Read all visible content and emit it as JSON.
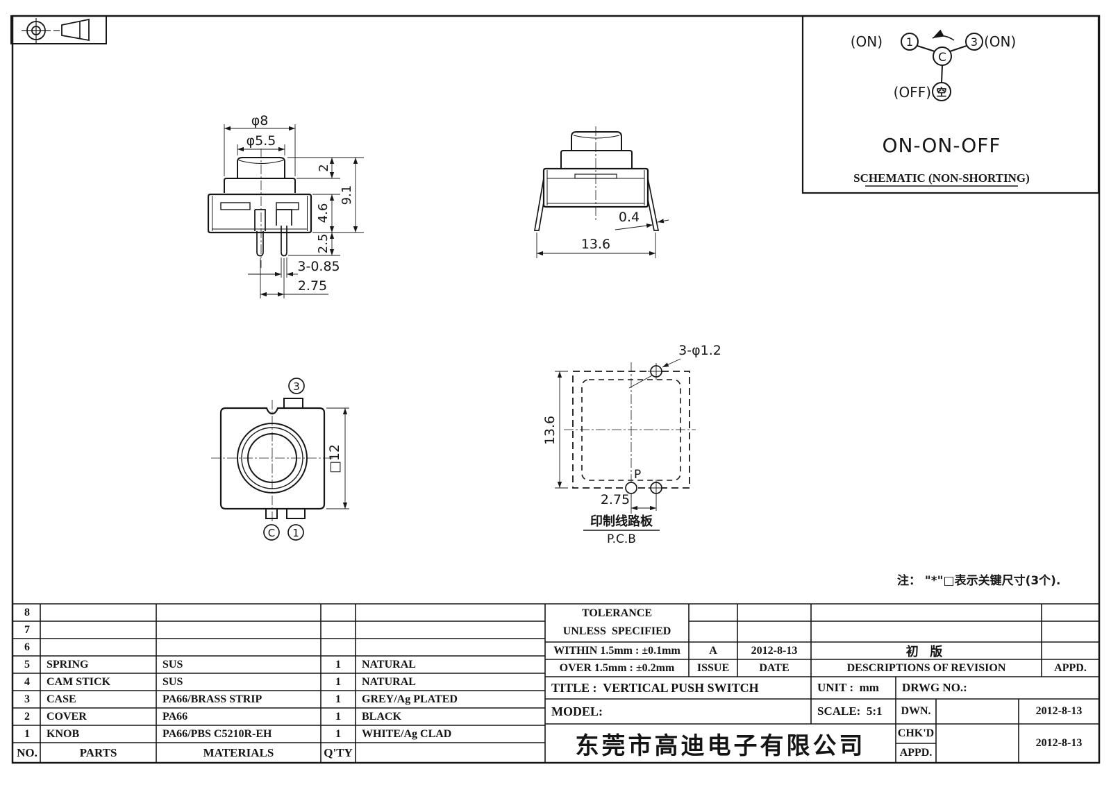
{
  "schematic": {
    "on_left": "(ON)",
    "pin1": "1",
    "pin3": "3",
    "on_right": "(ON)",
    "common": "C",
    "off": "(OFF)",
    "empty_pos": "空",
    "mode": "ON-ON-OFF",
    "caption": "SCHEMATIC (NON-SHORTING)"
  },
  "views": {
    "front": {
      "dia_outer": "φ8",
      "dia_knob": "φ5.5",
      "h_knob": "2",
      "h_body": "4.6",
      "h_pin": "2.5",
      "h_total": "9.1",
      "pin_width": "3-0.85",
      "pin_pitch": "2.75"
    },
    "side": {
      "leg_thickness": "0.4",
      "width": "13.6"
    },
    "top": {
      "pin3": "3",
      "size": "□12",
      "pin_c": "C",
      "pin1": "1"
    },
    "pcb": {
      "holes": "3-φ1.2",
      "height": "13.6",
      "p_mark": "P",
      "pitch": "2.75",
      "label_cn": "印制线路板",
      "label_en": "P.C.B"
    }
  },
  "note": "注： \"*\"□表示关键尺寸(3个).",
  "parts_table": {
    "headers": {
      "no": "NO.",
      "parts": "PARTS",
      "materials": "MATERIALS",
      "qty": "Q'TY"
    },
    "rows": [
      {
        "no": "8",
        "part": "",
        "material": "",
        "qty": "",
        "color": ""
      },
      {
        "no": "7",
        "part": "",
        "material": "",
        "qty": "",
        "color": ""
      },
      {
        "no": "6",
        "part": "",
        "material": "",
        "qty": "",
        "color": ""
      },
      {
        "no": "5",
        "part": "SPRING",
        "material": "SUS",
        "qty": "1",
        "color": "NATURAL"
      },
      {
        "no": "4",
        "part": "CAM STICK",
        "material": "SUS",
        "qty": "1",
        "color": "NATURAL"
      },
      {
        "no": "3",
        "part": "CASE",
        "material": "PA66/BRASS STRIP",
        "qty": "1",
        "color": "GREY/Ag PLATED"
      },
      {
        "no": "2",
        "part": "COVER",
        "material": "PA66",
        "qty": "1",
        "color": "BLACK"
      },
      {
        "no": "1",
        "part": "KNOB",
        "material": "PA66/PBS C5210R-EH",
        "qty": "1",
        "color": "WHITE/Ag CLAD"
      }
    ]
  },
  "title_block": {
    "tolerance_line1": "TOLERANCE",
    "tolerance_line2": "UNLESS  SPECIFIED",
    "within": "WITHIN 1.5mm : ±0.1mm",
    "over": "OVER 1.5mm : ±0.2mm",
    "rev_issue_value": "A",
    "rev_date_value": "2012-8-13",
    "rev_description_value": "初 版",
    "issue": "ISSUE",
    "date": "DATE",
    "descriptions": "DESCRIPTIONS OF REVISION",
    "appd": "APPD.",
    "title": "TITLE :  VERTICAL PUSH SWITCH",
    "unit": "UNIT :  mm",
    "drwg": "DRWG NO.:",
    "model": "MODEL:",
    "scale": "SCALE:  5:1",
    "dwn": "DWN.",
    "chkd": "CHK'D",
    "appd2": "APPD.",
    "dwn_date": "2012-8-13",
    "chkd_date": "2012-8-13",
    "company": "东莞市高迪电子有限公司"
  }
}
